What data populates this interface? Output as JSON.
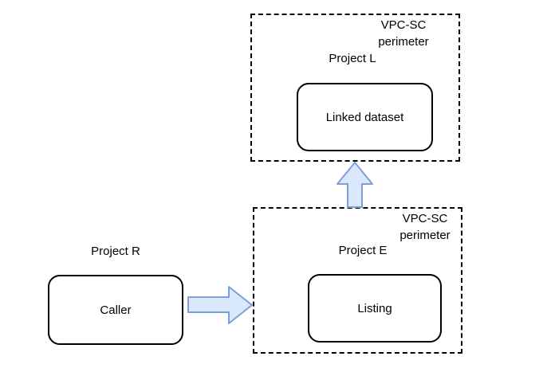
{
  "title": "VPC-SC perimeter linked dataset diagram",
  "colors": {
    "background": "#ffffff",
    "arrow_fill": "#dae8fc",
    "arrow_stroke": "#7f9fd9",
    "box_border": "#000000",
    "text": "#000000"
  },
  "top_perimeter": {
    "label_line1": "VPC-SC",
    "label_line2": "perimeter",
    "project_label": "Project L",
    "node_label": "Linked dataset"
  },
  "bottom_perimeter": {
    "label_line1": "VPC-SC",
    "label_line2": "perimeter",
    "project_label": "Project E",
    "node_label": "Listing"
  },
  "caller_group": {
    "project_label": "Project R",
    "node_label": "Caller"
  },
  "arrows": {
    "caller_to_listing": "right-block-arrow",
    "listing_to_linked_dataset": "up-block-arrow"
  }
}
